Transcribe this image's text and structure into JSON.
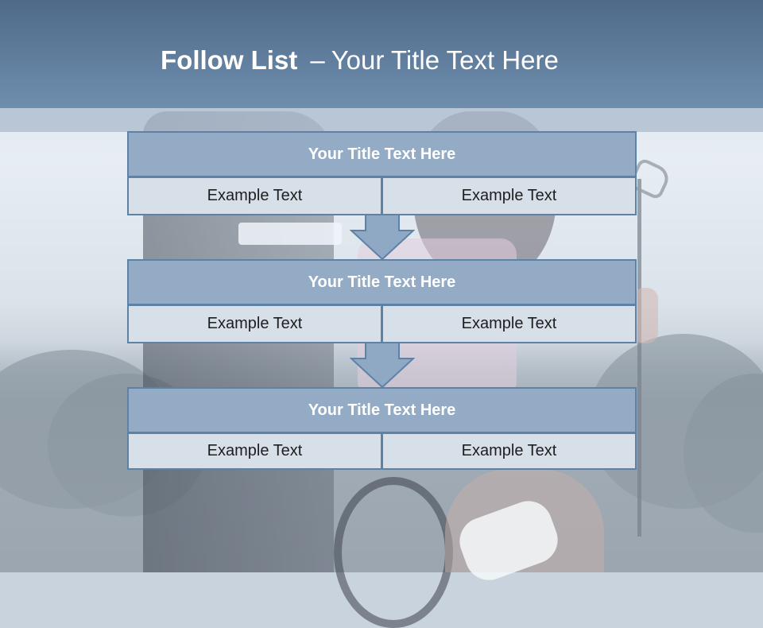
{
  "slide": {
    "title_bold": "Follow List",
    "title_sep": "–",
    "title_rest": "Your Title Text Here"
  },
  "steps": [
    {
      "title": "Your Title Text Here",
      "left": "Example Text",
      "right": "Example Text"
    },
    {
      "title": "Your Title Text Here",
      "left": "Example Text",
      "right": "Example Text"
    },
    {
      "title": "Your Title Text Here",
      "left": "Example Text",
      "right": "Example Text"
    }
  ],
  "colors": {
    "header": "#6f8eae",
    "block_title_fill": "#93abc5",
    "cell_fill": "#d7e0e9",
    "border": "#5e82a6",
    "arrow_fill": "#8fa9c4"
  }
}
